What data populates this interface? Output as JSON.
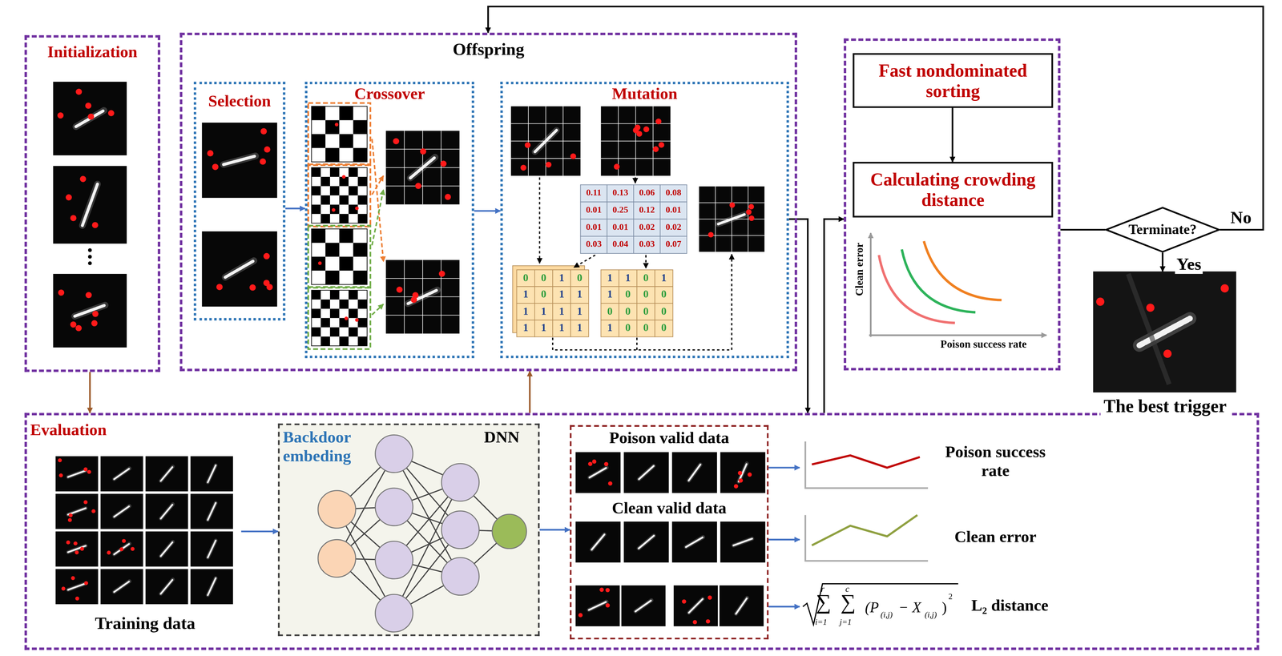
{
  "diagram": {
    "nodes": [
      {
        "text": [
          "Initialization"
        ]
      },
      {
        "text": [
          "Offspring"
        ]
      },
      {
        "text": [
          "Selection"
        ],
        "in": 1
      },
      {
        "text": [
          "Crossover"
        ],
        "in": 1
      },
      {
        "text": [
          "Mutation"
        ],
        "in": 1
      },
      {
        "text": []
      },
      {
        "text": [
          "Fast nondominated sorting"
        ],
        "in": 5
      },
      {
        "text": [
          "Calculating crowding distance"
        ],
        "in": 5
      },
      {
        "text": [
          "Terminate?"
        ]
      },
      {
        "text": [
          "The best trigger"
        ]
      },
      {
        "text": [
          "Evaluation"
        ]
      },
      {
        "text": [
          "Training data"
        ],
        "in": 10
      },
      {
        "text": [
          "Backdoor embeding",
          "DNN"
        ],
        "in": 10
      },
      {
        "text": [
          "Poison valid data",
          "Clean valid data"
        ],
        "in": 10
      },
      {
        "text": [
          "Poison success rate"
        ],
        "in": 10
      },
      {
        "text": [
          "Clean error"
        ],
        "in": 10
      },
      {
        "text": [
          "L₂ distance"
        ],
        "in": 10
      }
    ],
    "edges": [
      {
        "from": 0,
        "to": 10,
        "arrow": "to"
      },
      {
        "from": 10,
        "to": 1,
        "arrow": "to"
      },
      {
        "from": 2,
        "to": 3,
        "arrow": "to"
      },
      {
        "from": 3,
        "to": 4,
        "arrow": "to"
      },
      {
        "from": 4,
        "to": 10,
        "arrow": "to"
      },
      {
        "from": 10,
        "to": 5,
        "arrow": "to"
      },
      {
        "from": 6,
        "to": 7,
        "arrow": "to"
      },
      {
        "from": 5,
        "to": 8,
        "arrow": "none"
      },
      {
        "from": 8,
        "to": 9,
        "label": "Yes",
        "arrow": "to"
      },
      {
        "from": 8,
        "to": 1,
        "label": "No",
        "arrow": "to"
      },
      {
        "from": 11,
        "to": 12,
        "arrow": "to"
      },
      {
        "from": 12,
        "to": 13,
        "arrow": "to"
      },
      {
        "from": 13,
        "to": 14,
        "arrow": "to"
      },
      {
        "from": 13,
        "to": 15,
        "arrow": "to"
      },
      {
        "from": 13,
        "to": 16,
        "arrow": "to"
      }
    ],
    "labels": [
      "0.11",
      "0.13",
      "0.06",
      "0.08",
      "0.01",
      "0.25",
      "0.12",
      "0.01",
      "0.01",
      "0.01",
      "0.02",
      "0.02",
      "0.03",
      "0.04",
      "0.03",
      "0.07",
      "0",
      "0",
      "1",
      "0",
      "1",
      "0",
      "1",
      "1",
      "1",
      "1",
      "1",
      "1",
      "1",
      "1",
      "1",
      "1",
      "1",
      "1",
      "0",
      "1",
      "1",
      "0",
      "0",
      "0",
      "0",
      "0",
      "0",
      "0",
      "1",
      "0",
      "0",
      "0",
      "Clean error",
      "Poison success rate",
      "∑",
      "∑",
      "r",
      "c",
      "i=1",
      "j=1",
      "(P",
      "(i,j)",
      "− X",
      "(i,j)",
      ")",
      "2"
    ]
  }
}
